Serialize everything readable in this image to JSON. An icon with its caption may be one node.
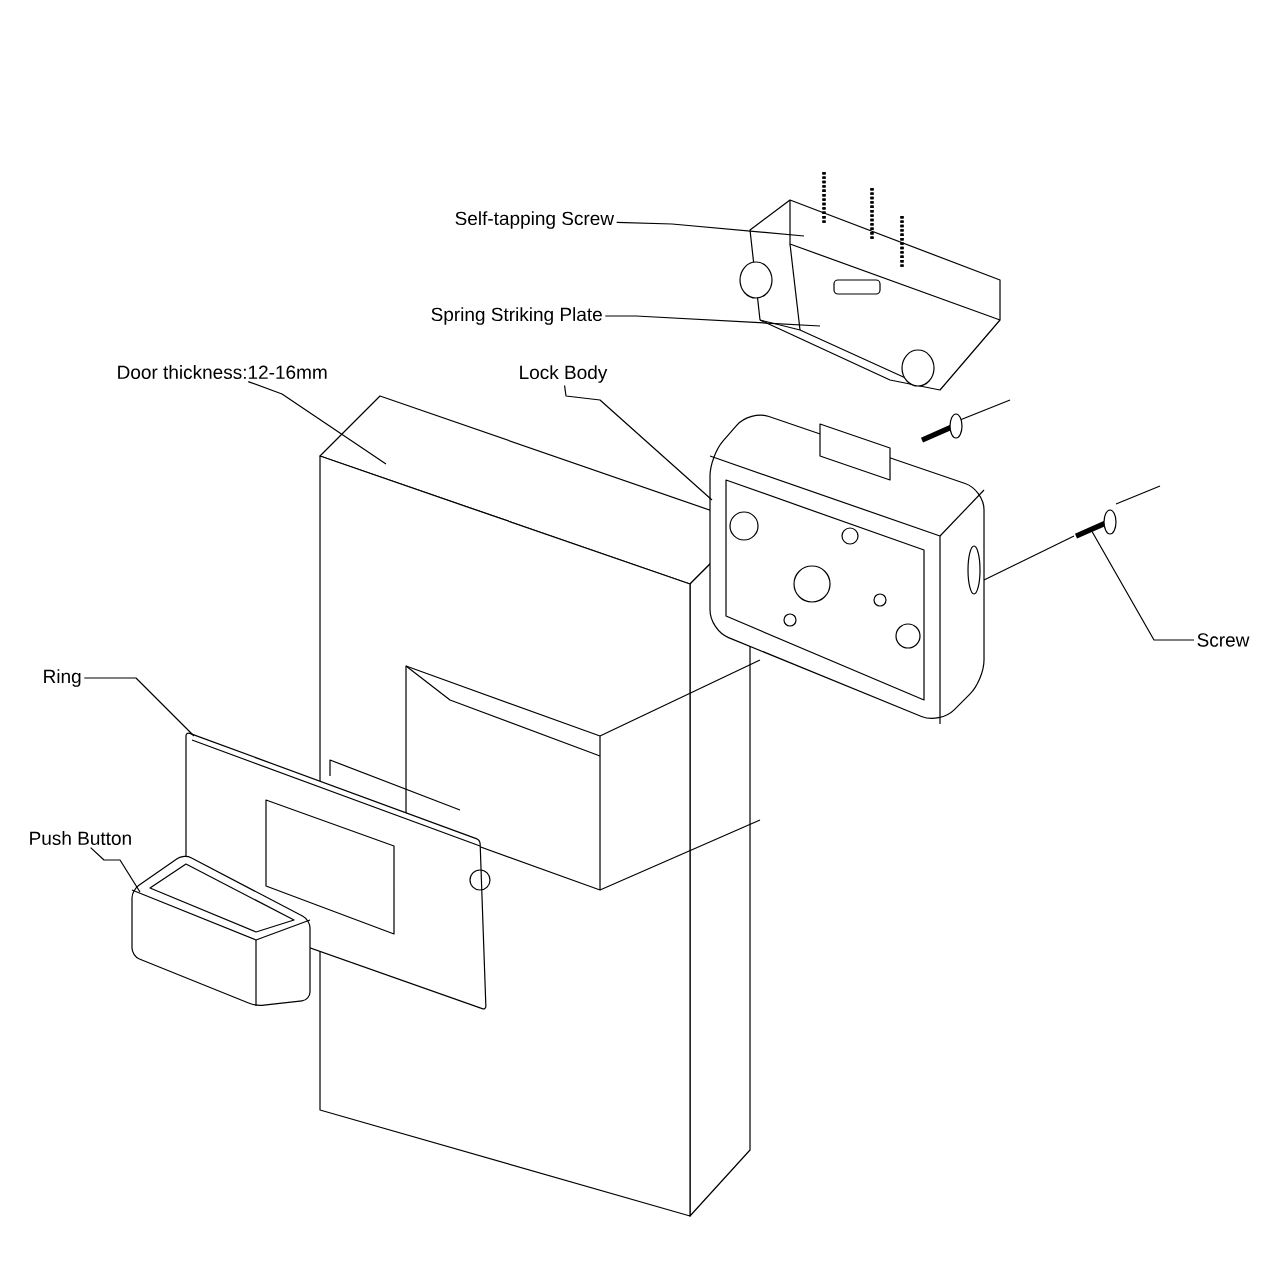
{
  "diagram": {
    "nodes": [
      {
        "text": [
          "Self-tapping Screw"
        ]
      },
      {
        "text": [
          "Spring Striking Plate"
        ]
      },
      {
        "text": [
          "Door thickness:12-16mm"
        ]
      },
      {
        "text": [
          "Lock Body"
        ]
      },
      {
        "text": [
          "Screw"
        ]
      },
      {
        "text": [
          "Ring"
        ]
      },
      {
        "text": [
          "Push Button"
        ]
      },
      {
        "text": [],
        "shape": "picture"
      },
      {
        "text": [],
        "shape": "picture"
      },
      {
        "text": [],
        "shape": "picture"
      },
      {
        "text": [],
        "shape": "picture"
      },
      {
        "text": [],
        "shape": "picture"
      },
      {
        "text": [],
        "shape": "picture"
      },
      {
        "text": [],
        "shape": "picture"
      }
    ],
    "edges": [
      {
        "from": 0,
        "to": 7,
        "arrow": "none"
      },
      {
        "from": 1,
        "to": 8,
        "arrow": "none"
      },
      {
        "from": 2,
        "to": 9,
        "arrow": "none"
      },
      {
        "from": 3,
        "to": 10,
        "arrow": "none"
      },
      {
        "from": 4,
        "to": 11,
        "arrow": "none"
      },
      {
        "from": 5,
        "to": 12,
        "arrow": "none"
      },
      {
        "from": 6,
        "to": 13,
        "arrow": "none"
      }
    ]
  }
}
